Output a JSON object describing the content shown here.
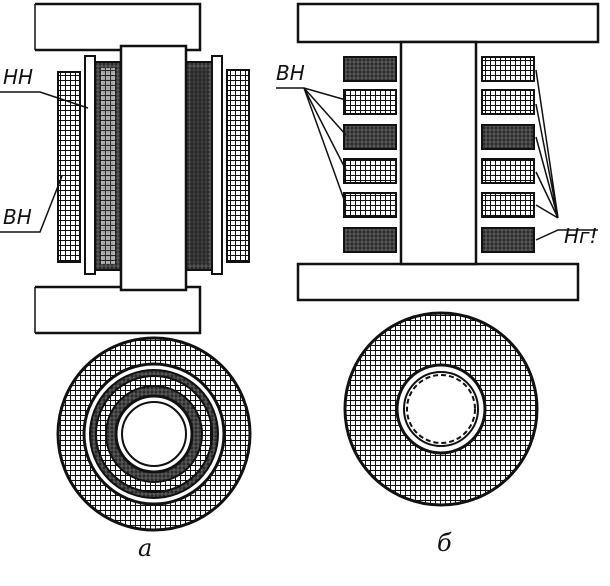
{
  "figure": {
    "left_labels": {
      "low_voltage": "НН",
      "high_voltage": "ВН"
    },
    "right_labels": {
      "high_voltage": "ВН",
      "low_voltage": "Нг!"
    },
    "captions": {
      "a": "а",
      "b": "б"
    }
  },
  "colors": {
    "ink": "#111111",
    "paper": "#ffffff",
    "dark_winding": "#2a2a2a"
  }
}
